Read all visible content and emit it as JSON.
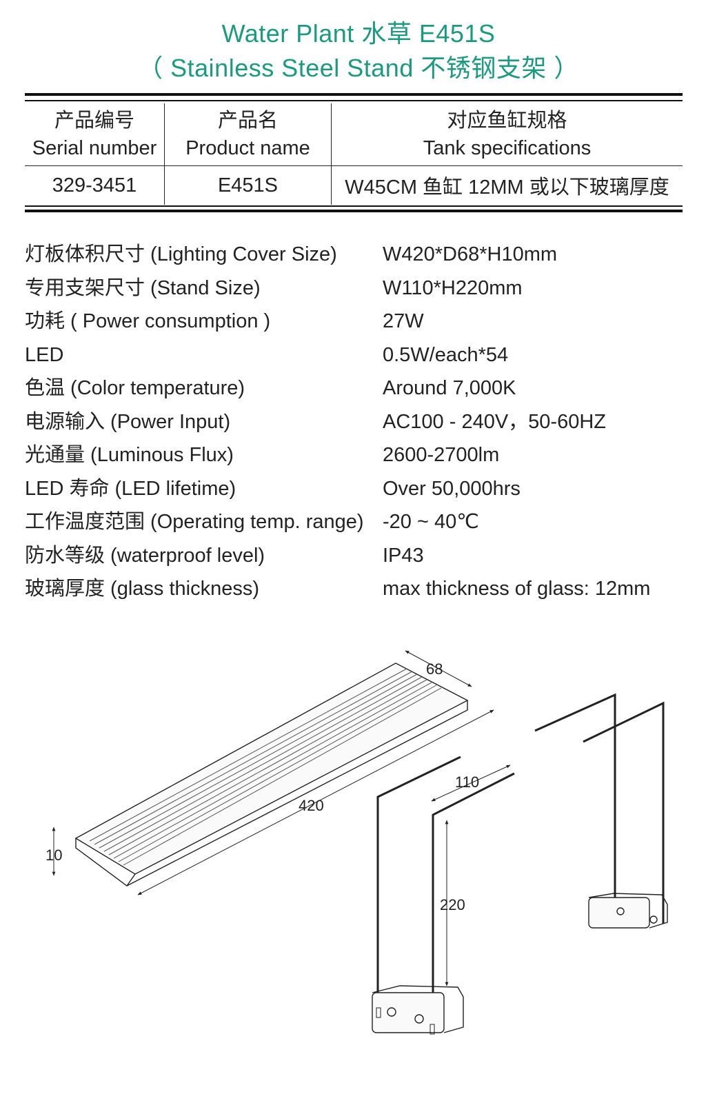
{
  "header": {
    "line1": "Water Plant 水草   E451S",
    "line2": "（ Stainless Steel Stand 不锈钢支架 ）",
    "color": "#1a9a7e"
  },
  "table": {
    "columns": [
      {
        "cn": "产品编号",
        "en": "Serial number"
      },
      {
        "cn": "产品名",
        "en": "Product name"
      },
      {
        "cn": "对应鱼缸规格",
        "en": "Tank specifications"
      }
    ],
    "row": [
      "329-3451",
      "E451S",
      "W45CM 鱼缸 12MM 或以下玻璃厚度"
    ]
  },
  "params": [
    {
      "label": "灯板体积尺寸 (Lighting Cover Size)",
      "value": "W420*D68*H10mm"
    },
    {
      "label": "专用支架尺寸 (Stand Size)",
      "value": "W110*H220mm"
    },
    {
      "label": "功耗 ( Power consumption )",
      "value": "27W"
    },
    {
      "label": "LED",
      "value": "0.5W/each*54"
    },
    {
      "label": "色温 (Color temperature)",
      "value": "Around 7,000K"
    },
    {
      "label": "电源输入 (Power Input)",
      "value": "AC100 - 240V，50-60HZ"
    },
    {
      "label": "光通量 (Luminous Flux)",
      "value": "2600-2700lm"
    },
    {
      "label": "LED 寿命 (LED lifetime)",
      "value": "Over 50,000hrs"
    },
    {
      "label": "工作温度范围 (Operating temp. range)",
      "value": "-20 ~ 40℃"
    },
    {
      "label": "防水等级 (waterproof level)",
      "value": "IP43"
    },
    {
      "label": "玻璃厚度 (glass thickness)",
      "value": "max thickness of glass: 12mm"
    }
  ],
  "diagram": {
    "width_label": "420",
    "depth_label": "68",
    "height_label": "10",
    "stand_width_label": "110",
    "stand_height_label": "220"
  }
}
